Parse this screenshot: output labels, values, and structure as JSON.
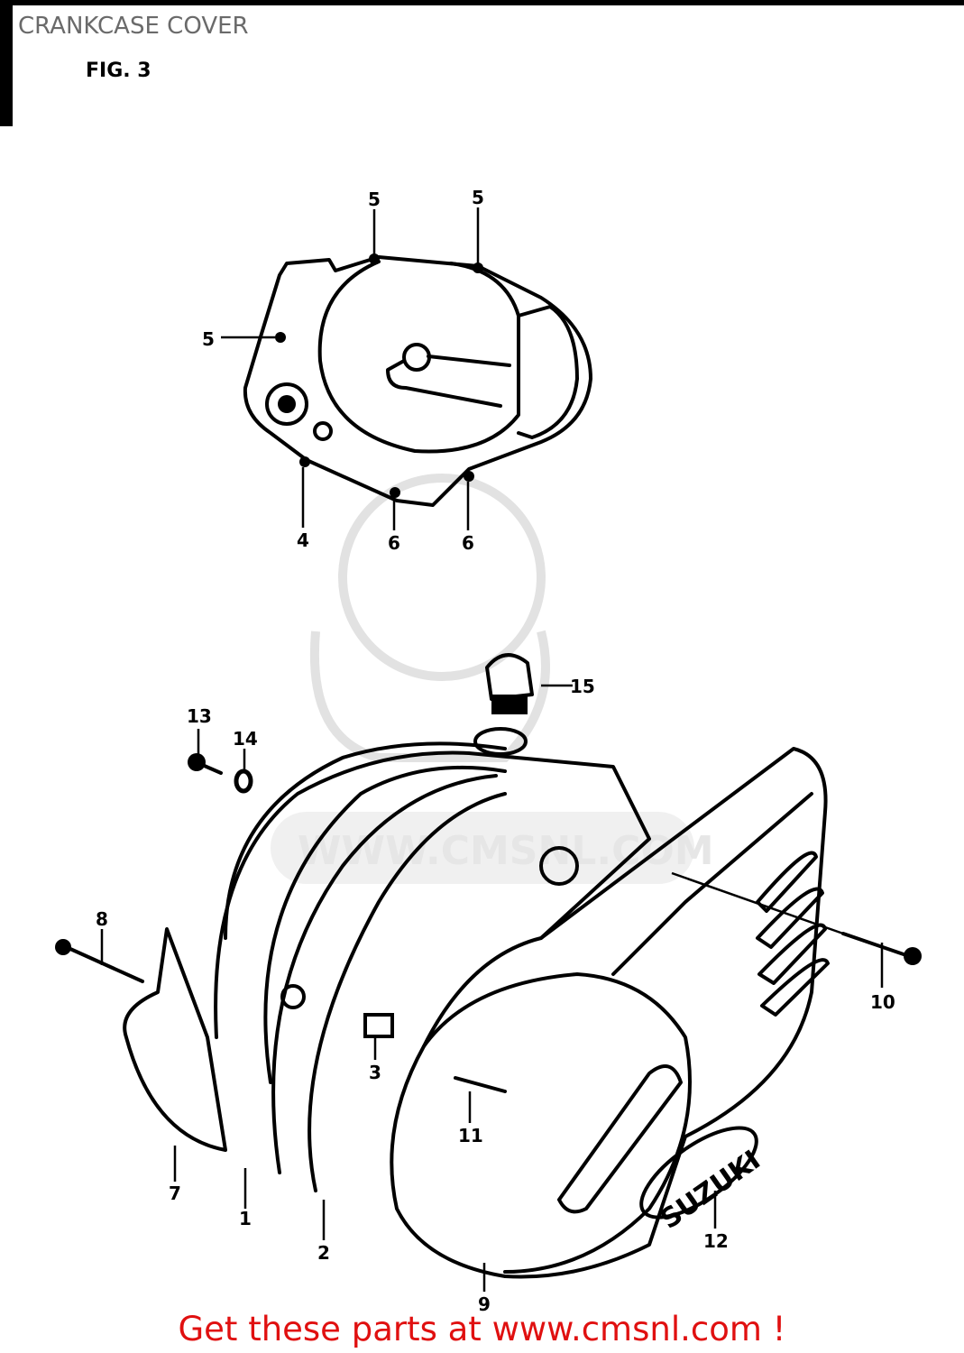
{
  "header": {
    "title": "CRANKCASE COVER",
    "figure": "FIG. 3"
  },
  "watermark": {
    "text": "WWW.CMSNL.COM"
  },
  "callouts": {
    "top_cover": [
      "5",
      "5",
      "5",
      "4",
      "6",
      "6"
    ],
    "main_cover": [
      "15",
      "13",
      "14",
      "8",
      "10",
      "3",
      "11",
      "7",
      "1",
      "2",
      "12",
      "9"
    ]
  },
  "emblem": "SUZUKI",
  "footer": {
    "text": "Get these parts at www.cmsnl.com !",
    "color": "#e01010"
  }
}
